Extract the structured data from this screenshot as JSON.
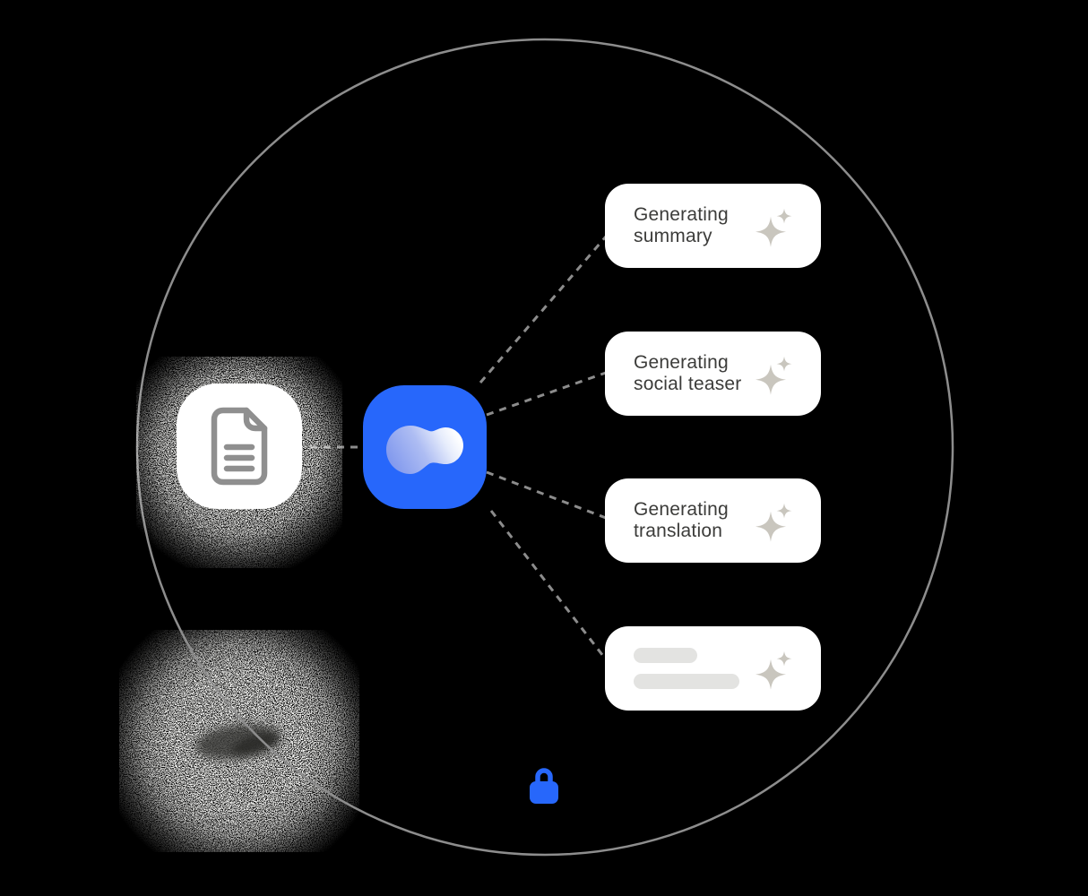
{
  "theme": {
    "bg": "#000000",
    "accent": "#2767fb",
    "text": "#3c3c3a",
    "sparkle": "#c9c6be",
    "bar": "#e3e3e1",
    "line": "#8c8c8c",
    "circle": "#8d8d8d",
    "cardbg": "#ffffff"
  },
  "illustration": {
    "description": "on-device AI privacy diagram",
    "boundary": {
      "shape": "circle",
      "style": "thin gray outline"
    },
    "source_tile": {
      "icon": "document-icon"
    },
    "processor_tile": {
      "icon": "ai-cloud-icon",
      "color": "#2767fb"
    },
    "cards": [
      {
        "label": "Generating summary",
        "icon": "sparkle-icon"
      },
      {
        "label": "Generating social teaser",
        "icon": "sparkle-icon"
      },
      {
        "label": "Generating translation",
        "icon": "sparkle-icon"
      },
      {
        "label": "",
        "icon": "sparkle-icon",
        "placeholder_bars": 2
      }
    ],
    "lock": {
      "icon": "lock-icon",
      "color": "#2767fb"
    }
  }
}
